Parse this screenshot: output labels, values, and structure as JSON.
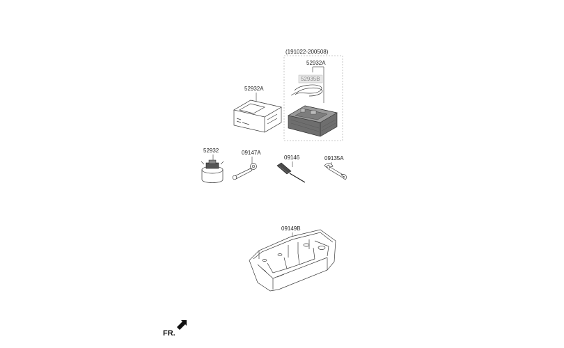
{
  "diagram": {
    "variant_box": {
      "date_range": "(191022-200508)",
      "part_top": "52932A",
      "part_sub": "52935B"
    },
    "parts": {
      "kit_case": "52932A",
      "compressor": "52932",
      "wrench_ring": "09147A",
      "screwdriver": "09146",
      "spanner": "09135A",
      "tray": "09149B"
    },
    "front_marker": "FR."
  }
}
